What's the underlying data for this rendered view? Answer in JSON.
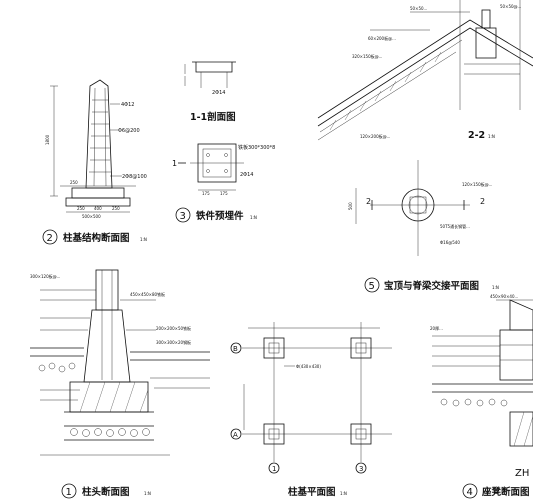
{
  "details": {
    "d2": {
      "number": "2",
      "title": "柱基结构断面图",
      "scale": "1:N"
    },
    "d3": {
      "number": "3",
      "title": "铁件预埋件",
      "scale": "1:N"
    },
    "d5": {
      "number": "5",
      "title": "宝顶与脊梁交接平面图",
      "scale": "1:N"
    },
    "d1": {
      "number": "1",
      "title": "柱头断面图",
      "scale": "1:N"
    },
    "plan": {
      "title": "柱基平面图",
      "scale": "1:N"
    },
    "d4": {
      "number": "4",
      "title": "座凳断面图",
      "scale": "1:N"
    },
    "s11": {
      "title": "1-1剖面图"
    },
    "s22": {
      "title": "2-2",
      "scale": "1:N"
    }
  },
  "annotations": {
    "dim_4d12": "4Φ12",
    "stirrup_200": "Φ6@200",
    "stirrup_100": "2Φ8@100",
    "col_500": "500×500",
    "rebar_2d14": "2Φ14",
    "plate_300": "铁板300*300*8",
    "plate_2d14": "2Φ14",
    "dims_175": [
      "175",
      "175"
    ],
    "roof_60": "60×200板@...",
    "roof_320": "320×150板@...",
    "roof_120": "120×200板@...",
    "roof_50": "50×50@...",
    "ridge_120": "120×150板@...",
    "ridge_507": "50T5通长钢管...",
    "ridge_d16": "Φ16@540",
    "head_300": "300×120板@...",
    "head_450": "450×450×80铁板",
    "head_200": "200×200×50铁板",
    "head_300b": "300×300×20钢板",
    "bench_450": "450×90×40...",
    "bench_20": "20厚...",
    "plan_dim": "Φ(430×430)",
    "grid_b": "B",
    "grid_a": "A",
    "grid_1": "1",
    "grid_3": "3",
    "cut_1": "1",
    "cut_2": "2",
    "watermark": "ZH"
  }
}
